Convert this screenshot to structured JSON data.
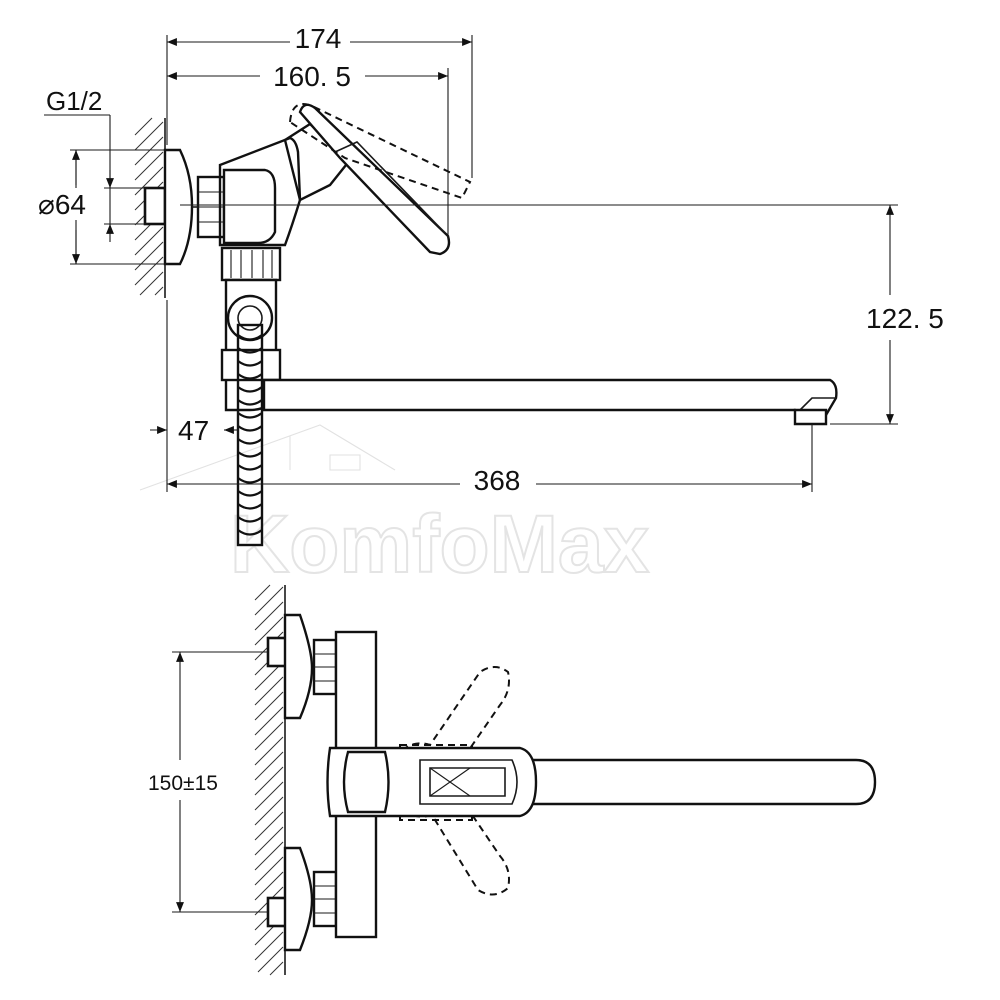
{
  "dimensions": {
    "width_total": "174",
    "width_lever": "160. 5",
    "thread": "G1/2",
    "diameter": "⌀64",
    "spout_height": "122. 5",
    "hose_offset": "47",
    "spout_length": "368",
    "center_distance": "150±15"
  },
  "watermark": {
    "text": "KomfoMax"
  },
  "colors": {
    "line": "#111111",
    "background": "#ffffff",
    "watermark": "#e4e4e4"
  }
}
